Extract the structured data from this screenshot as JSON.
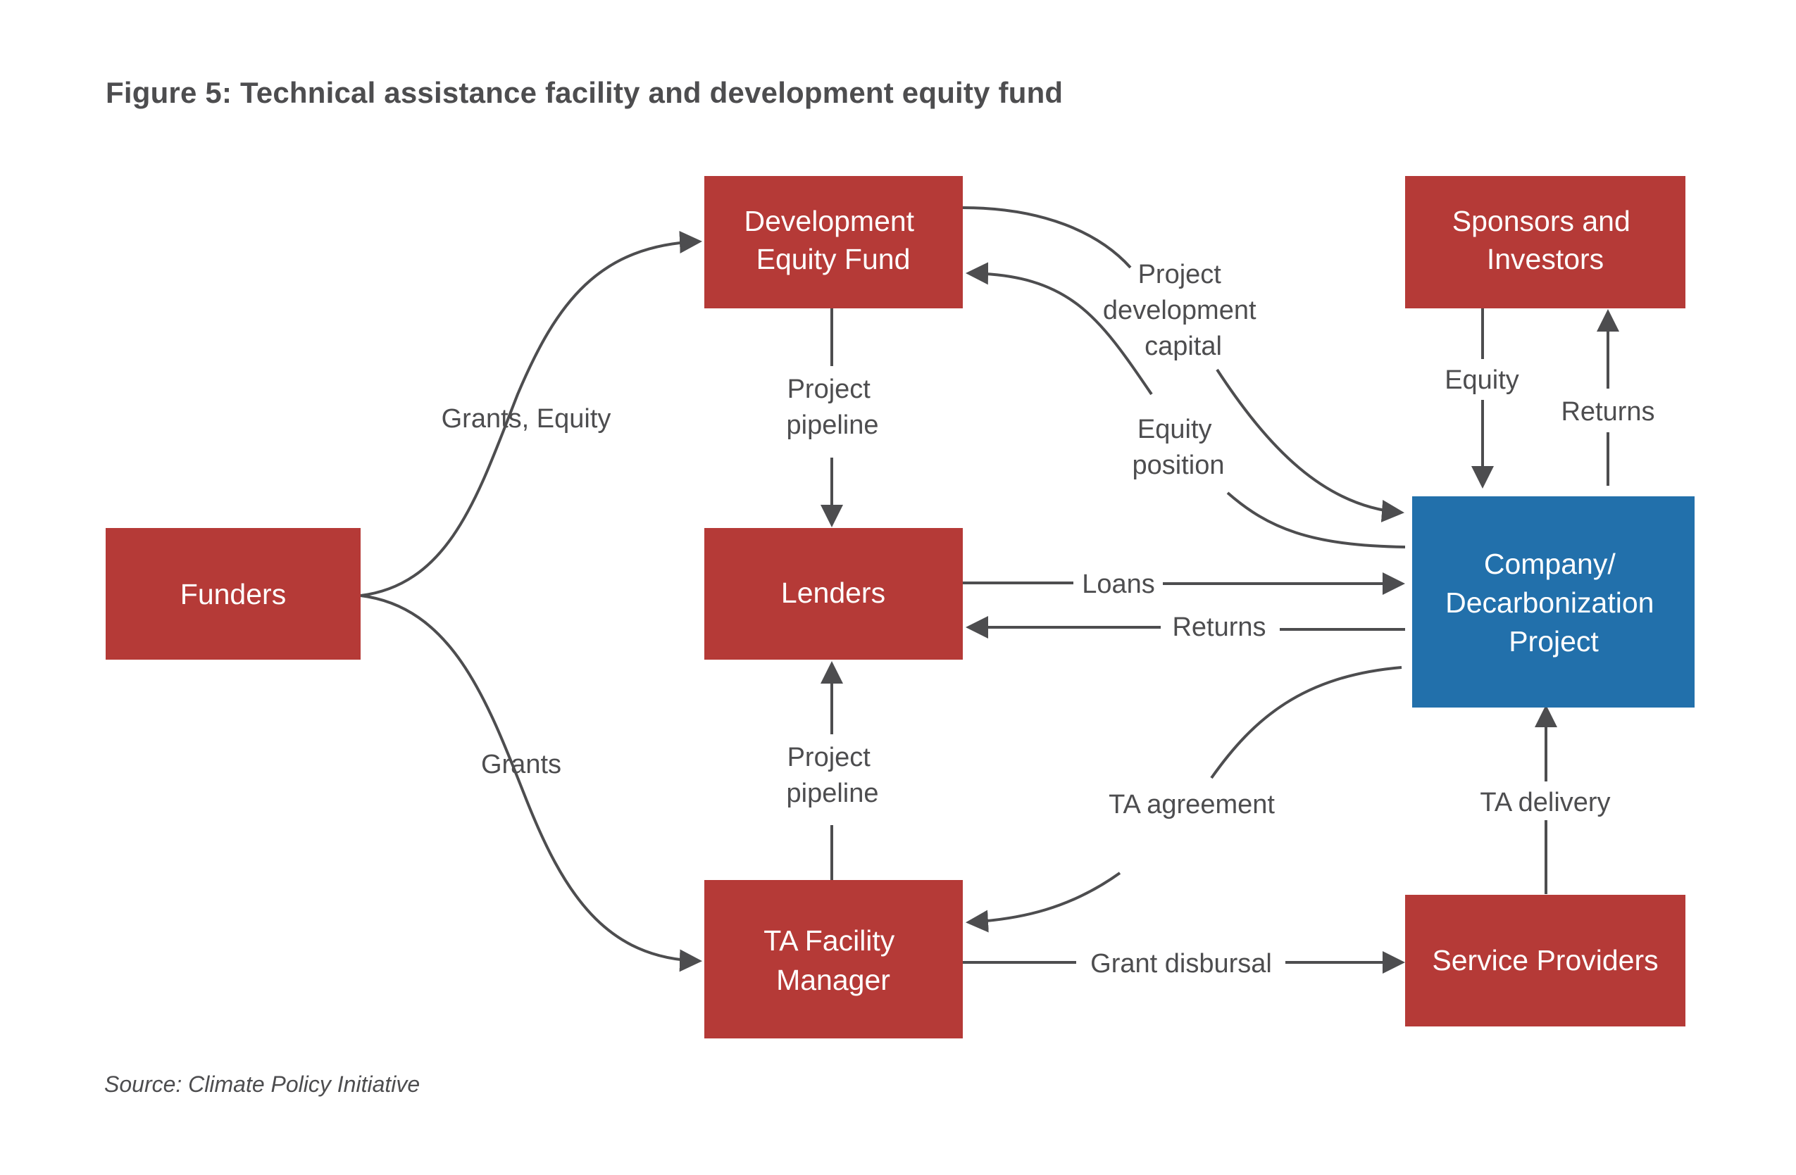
{
  "title": "Figure 5: Technical assistance facility and development equity fund",
  "source": "Source: Climate Policy Initiative",
  "colors": {
    "entity": "#b53a37",
    "focus": "#2270ab",
    "arrow": "#4d4d4f",
    "text": "#4d4d4f"
  },
  "nodes": {
    "funders": {
      "lines": [
        "Funders"
      ]
    },
    "dev_fund": {
      "lines": [
        "Development",
        "Equity Fund"
      ]
    },
    "lenders": {
      "lines": [
        "Lenders"
      ]
    },
    "ta_manager": {
      "lines": [
        "TA Facility",
        "Manager"
      ]
    },
    "sponsors": {
      "lines": [
        "Sponsors and",
        "Investors"
      ]
    },
    "company": {
      "lines": [
        "Company/",
        "Decarbonization",
        "Project"
      ]
    },
    "service": {
      "lines": [
        "Service Providers"
      ]
    }
  },
  "edges": {
    "grants_equity": {
      "lines": [
        "Grants, Equity"
      ]
    },
    "grants": {
      "lines": [
        "Grants"
      ]
    },
    "pipeline_top": {
      "lines": [
        "Project",
        "pipeline"
      ]
    },
    "pipeline_bottom": {
      "lines": [
        "Project",
        "pipeline"
      ]
    },
    "dev_capital": {
      "lines": [
        "Project",
        "development",
        "capital"
      ]
    },
    "equity_position": {
      "lines": [
        "Equity",
        "position"
      ]
    },
    "loans": {
      "lines": [
        "Loans"
      ]
    },
    "returns_lenders": {
      "lines": [
        "Returns"
      ]
    },
    "ta_agreement": {
      "lines": [
        "TA agreement"
      ]
    },
    "grant_disbursal": {
      "lines": [
        "Grant disbursal"
      ]
    },
    "equity": {
      "lines": [
        "Equity"
      ]
    },
    "returns_sponsors": {
      "lines": [
        "Returns"
      ]
    },
    "ta_delivery": {
      "lines": [
        "TA delivery"
      ]
    }
  }
}
